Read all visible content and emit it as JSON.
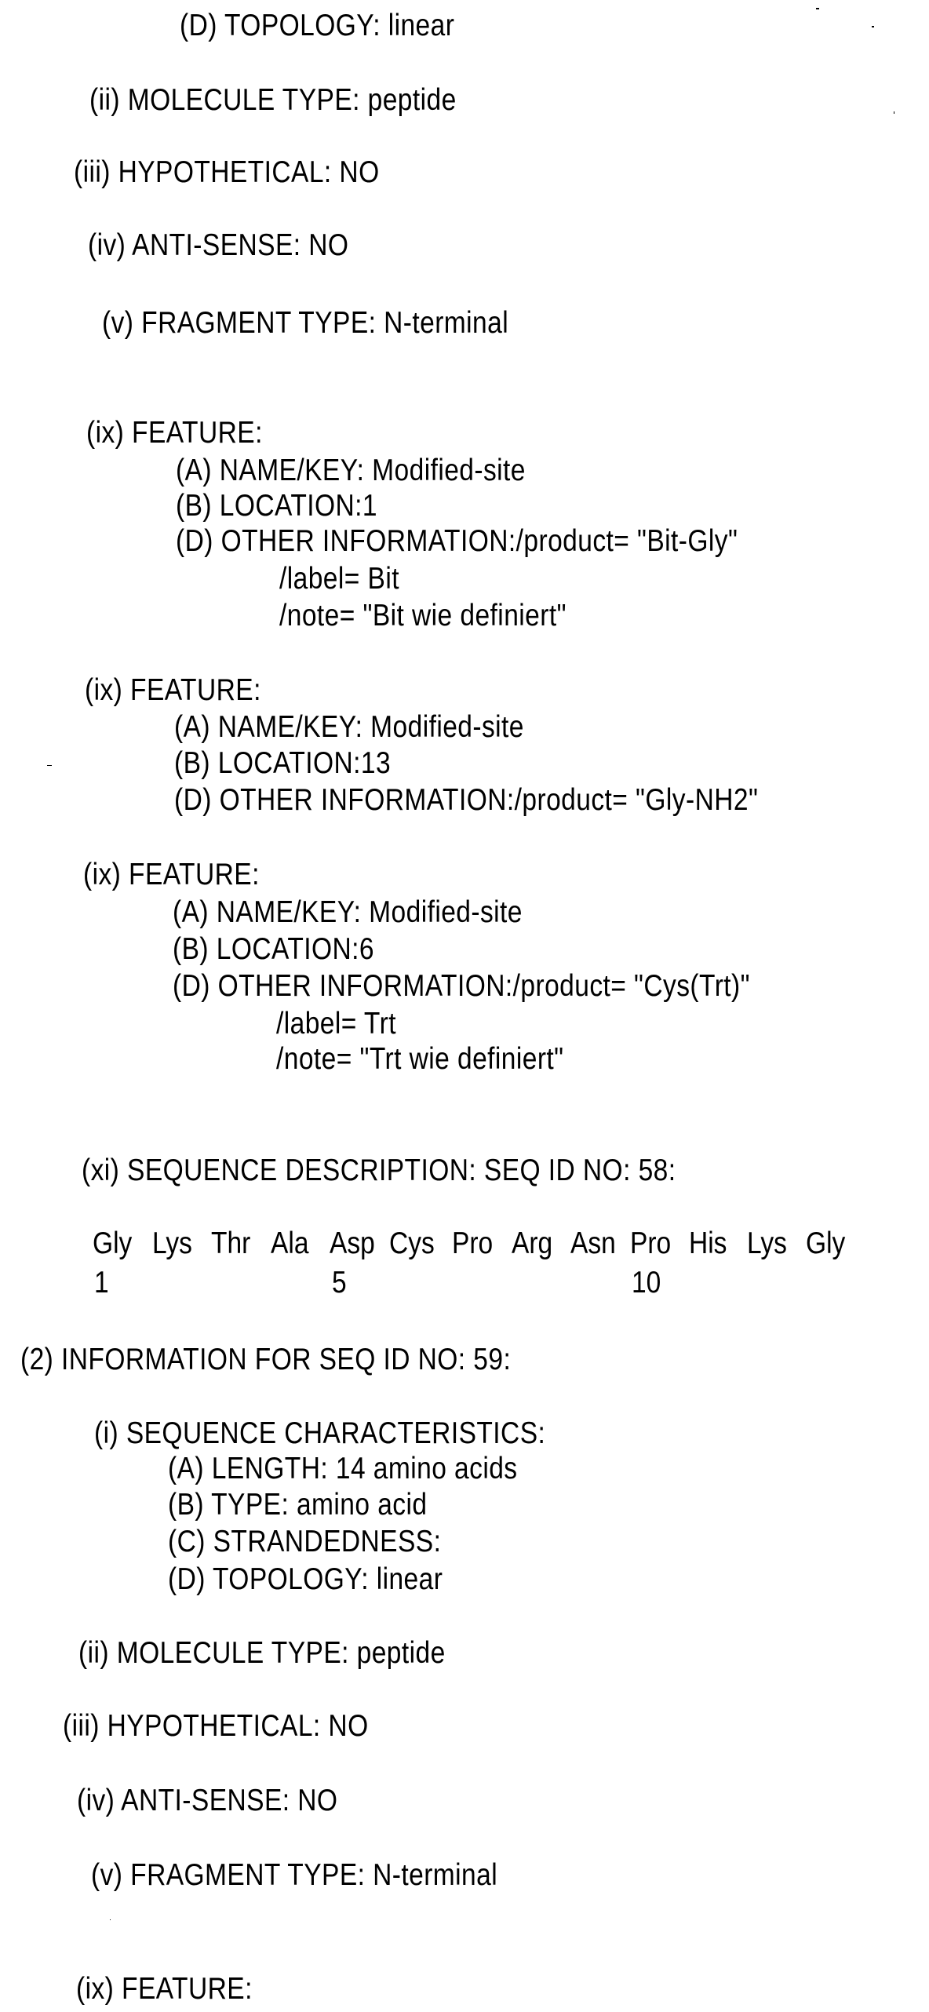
{
  "seq58_tail": {
    "topology": "(D) TOPOLOGY: linear",
    "molecule_type": "(ii) MOLECULE TYPE: peptide",
    "hypothetical": "(iii) HYPOTHETICAL: NO",
    "anti_sense": "(iv) ANTI-SENSE: NO",
    "fragment_type": "(v) FRAGMENT TYPE: N-terminal",
    "features": [
      {
        "heading": "(ix) FEATURE:",
        "name_key": "(A) NAME/KEY: Modified-site",
        "location": "(B) LOCATION:1",
        "other_info": "(D) OTHER INFORMATION:/product= \"Bit-Gly\"",
        "label": "/label= Bit",
        "note": "/note= \"Bit wie definiert\""
      },
      {
        "heading": "(ix) FEATURE:",
        "name_key": "(A) NAME/KEY: Modified-site",
        "location": "(B) LOCATION:13",
        "other_info": "(D) OTHER INFORMATION:/product= \"Gly-NH2\""
      },
      {
        "heading": "(ix) FEATURE:",
        "name_key": "(A) NAME/KEY: Modified-site",
        "location": "(B) LOCATION:6",
        "other_info": "(D) OTHER INFORMATION:/product= \"Cys(Trt)\"",
        "label": "/label= Trt",
        "note": "/note= \"Trt wie definiert\""
      }
    ],
    "sequence_description": "(xi) SEQUENCE DESCRIPTION: SEQ ID NO: 58:",
    "residues": [
      "Gly",
      "Lys",
      "Thr",
      "Ala",
      "Asp",
      "Cys",
      "Pro",
      "Arg",
      "Asn",
      "Pro",
      "His",
      "Lys",
      "Gly"
    ],
    "position_markers": [
      {
        "label": "1",
        "index": 1
      },
      {
        "label": "5",
        "index": 5
      },
      {
        "label": "10",
        "index": 10
      }
    ]
  },
  "seq59": {
    "heading": "(2) INFORMATION FOR SEQ ID NO: 59:",
    "characteristics": "(i) SEQUENCE CHARACTERISTICS:",
    "length": "(A) LENGTH: 14 amino acids",
    "type": "(B) TYPE: amino acid",
    "strandedness": "(C) STRANDEDNESS:",
    "topology": "(D) TOPOLOGY: linear",
    "molecule_type": "(ii) MOLECULE TYPE: peptide",
    "hypothetical": "(iii) HYPOTHETICAL: NO",
    "anti_sense": "(iv) ANTI-SENSE: NO",
    "fragment_type": "(v) FRAGMENT TYPE: N-terminal",
    "feature_heading": "(ix) FEATURE:"
  }
}
